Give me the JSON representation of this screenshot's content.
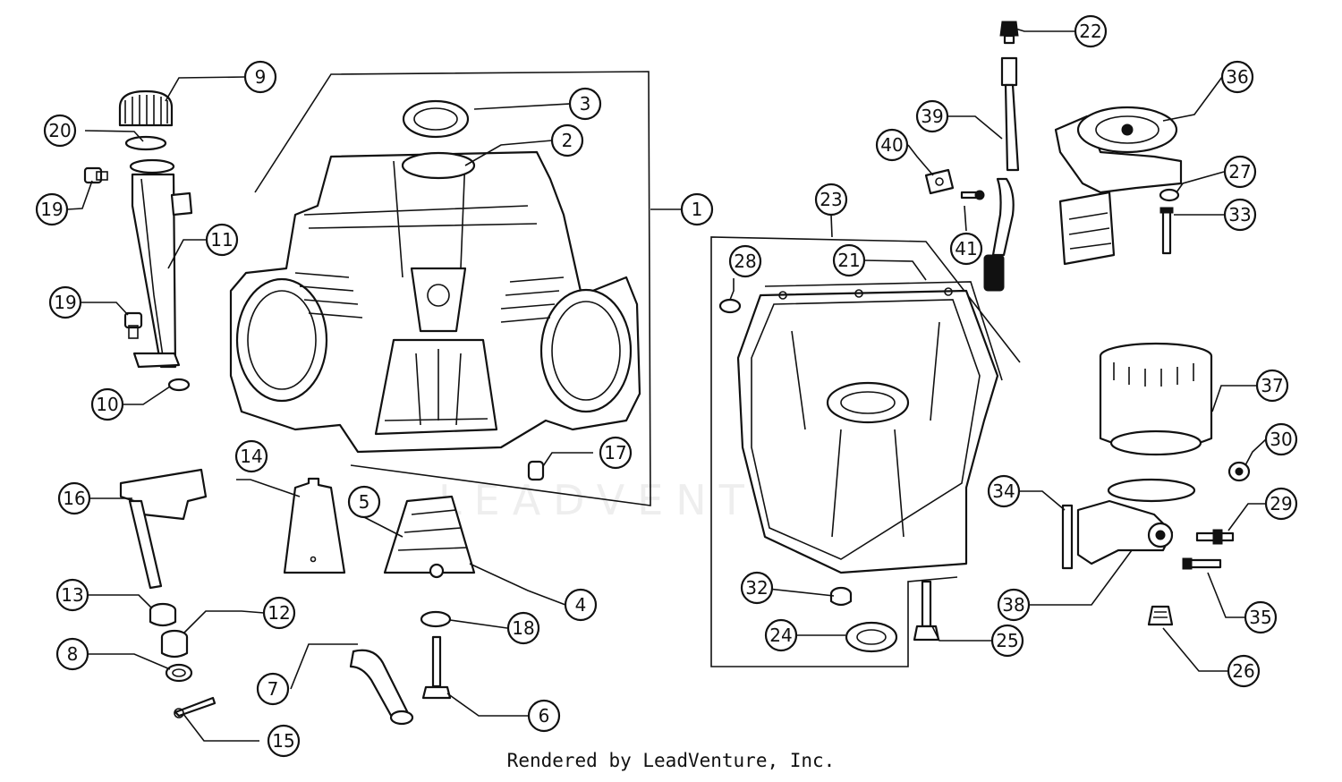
{
  "footer": {
    "credit": "Rendered by LeadVenture, Inc."
  },
  "watermark": {
    "text": "LEADVENTURE"
  },
  "callouts": [
    {
      "label": "1"
    },
    {
      "label": "2"
    },
    {
      "label": "3"
    },
    {
      "label": "4"
    },
    {
      "label": "5"
    },
    {
      "label": "6"
    },
    {
      "label": "7"
    },
    {
      "label": "8"
    },
    {
      "label": "9"
    },
    {
      "label": "10"
    },
    {
      "label": "11"
    },
    {
      "label": "12"
    },
    {
      "label": "13"
    },
    {
      "label": "14"
    },
    {
      "label": "15"
    },
    {
      "label": "16"
    },
    {
      "label": "17"
    },
    {
      "label": "18"
    },
    {
      "label": "19"
    },
    {
      "label": "19"
    },
    {
      "label": "20"
    },
    {
      "label": "21"
    },
    {
      "label": "22"
    },
    {
      "label": "23"
    },
    {
      "label": "24"
    },
    {
      "label": "25"
    },
    {
      "label": "26"
    },
    {
      "label": "27"
    },
    {
      "label": "28"
    },
    {
      "label": "29"
    },
    {
      "label": "30"
    },
    {
      "label": "32"
    },
    {
      "label": "33"
    },
    {
      "label": "34"
    },
    {
      "label": "35"
    },
    {
      "label": "36"
    },
    {
      "label": "37"
    },
    {
      "label": "38"
    },
    {
      "label": "39"
    },
    {
      "label": "40"
    },
    {
      "label": "41"
    }
  ]
}
